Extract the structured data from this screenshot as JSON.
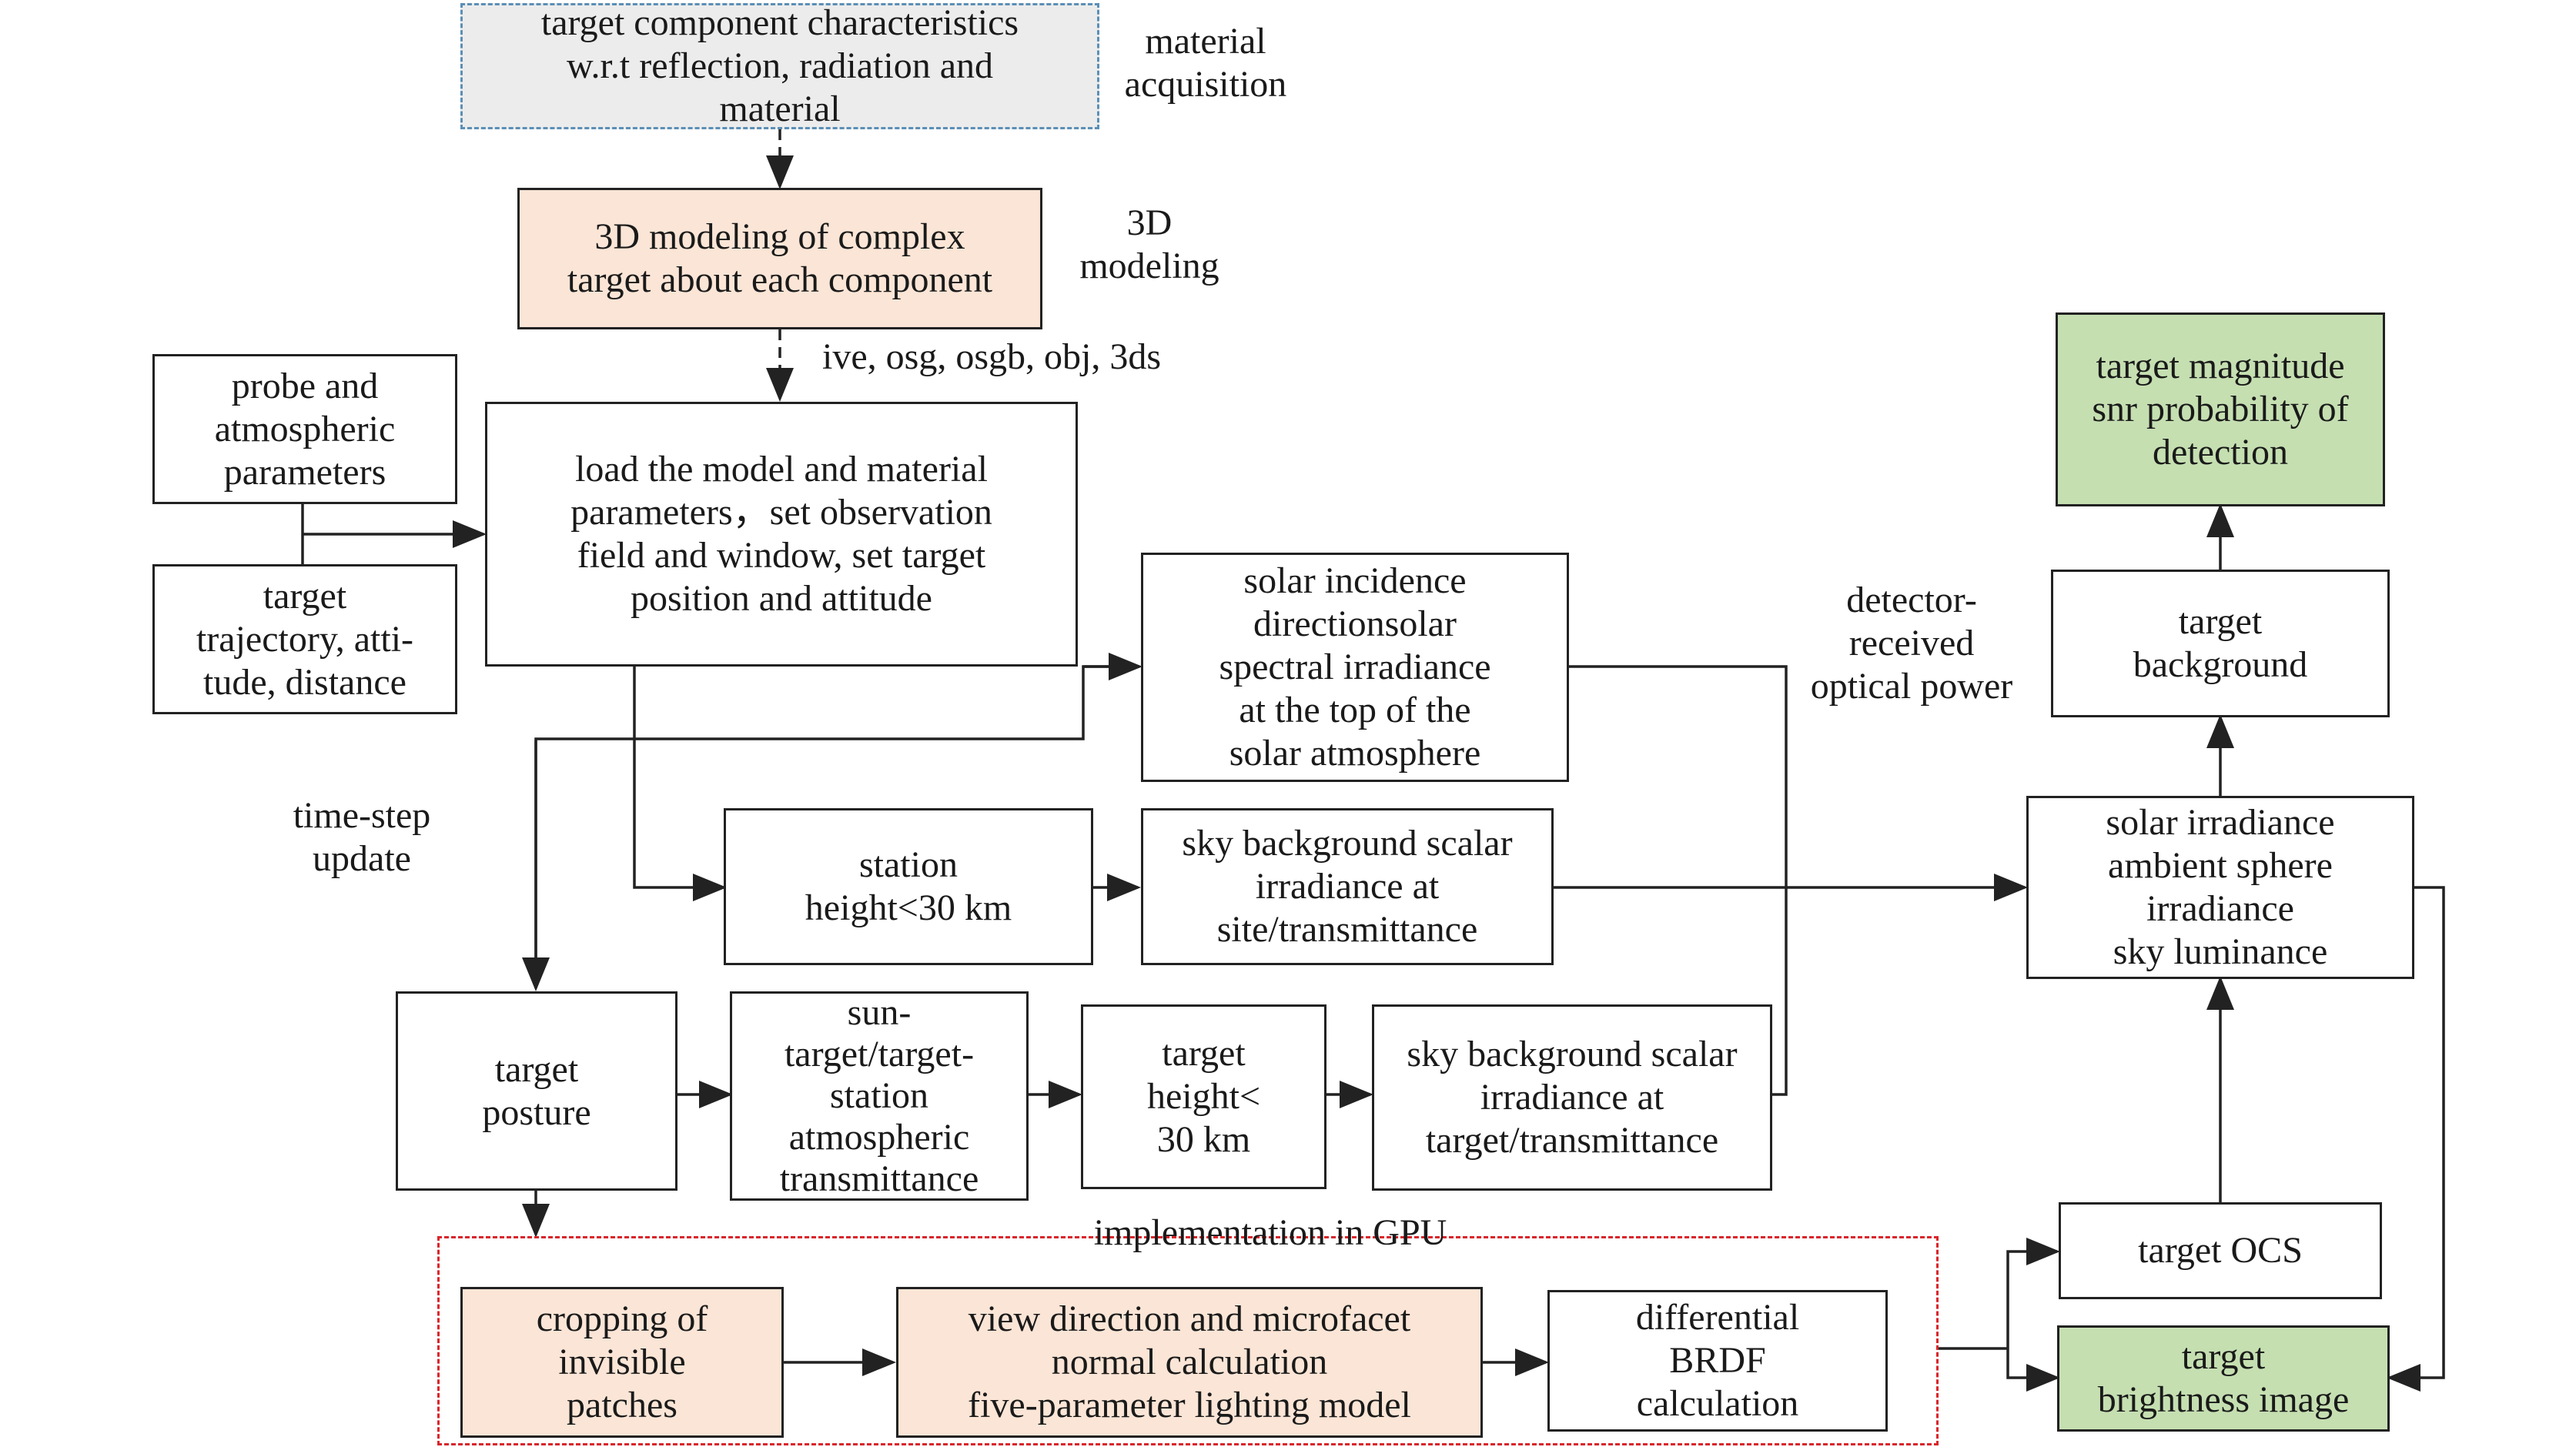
{
  "boxes": {
    "target_characteristics": "target component characteristics\nw.r.t reflection, radiation and\nmaterial",
    "modeling_3d": "3D modeling of complex\ntarget about each component",
    "probe_params": "probe and\natmospheric\nparameters",
    "target_trajectory": "target\ntrajectory, atti-\ntude, distance",
    "load_model": "load the model and material\nparameters，set observation\nfield and window, set target\nposition and attitude",
    "solar_incidence": "solar incidence\ndirectionsolar\nspectral irradiance\nat the top of the\nsolar atmosphere",
    "station_height": "station\nheight<30 km",
    "sky_bg_site": "sky background scalar\nirradiance at\nsite/transmittance",
    "target_posture": "target\nposture",
    "sun_target_transmittance": "sun-\ntarget/target-\nstation\natmospheric\ntransmittance",
    "target_height": "target\nheight<\n30 km",
    "sky_bg_target": "sky background scalar\nirradiance at\ntarget/transmittance",
    "cropping": "cropping of\ninvisible\npatches",
    "view_direction": "view direction and microfacet\nnormal calculation\nfive-parameter lighting model",
    "differential_brdf": "differential\nBRDF\ncalculation",
    "target_magnitude": "target magnitude\nsnr probability of\ndetection",
    "target_background": "target\nbackground",
    "solar_irradiance": "solar irradiance\nambient sphere\nirradiance\nsky luminance",
    "target_ocs": "target OCS",
    "target_brightness": "target\nbrightness image"
  },
  "labels": {
    "material_acquisition": "material\nacquisition",
    "modeling_3d": "3D\nmodeling",
    "formats": "ive, osg, osgb, obj, 3ds",
    "time_step_update": "time-step\nupdate",
    "detector_power": "detector-\nreceived\noptical power",
    "gpu_implementation": "implementation in GPU"
  },
  "colors": {
    "line": "#222222",
    "grey_fill": "#ececec",
    "grey_border": "#5b8fb6",
    "peach_fill": "#fbe5d6",
    "green_fill": "#c5dfb1",
    "gpu_border": "#d9252b"
  }
}
